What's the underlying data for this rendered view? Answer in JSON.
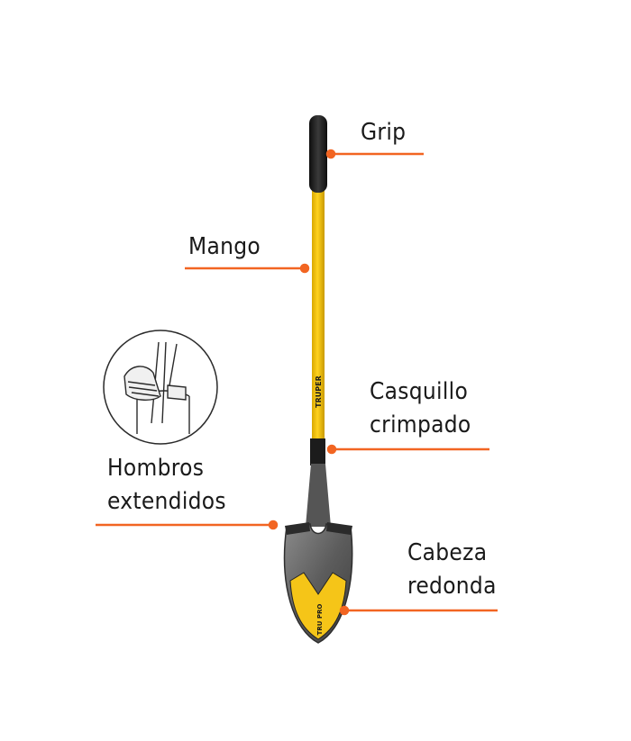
{
  "colors": {
    "accent": "#f26522",
    "handle": "#f5c518",
    "grip": "#1c1c1c",
    "blade": "#6b6b6b",
    "label_panel": "#f5c518"
  },
  "callouts": {
    "grip": {
      "lines": [
        "Grip"
      ]
    },
    "mango": {
      "lines": [
        "Mango"
      ]
    },
    "casquillo": {
      "lines": [
        "Casquillo",
        "crimpado"
      ]
    },
    "hombros": {
      "lines": [
        "Hombros",
        "extendidos"
      ]
    },
    "cabeza": {
      "lines": [
        "Cabeza",
        "redonda"
      ]
    }
  },
  "product": {
    "brand": "TRUPER",
    "blade_label": "TRU PRO"
  },
  "icons": {
    "inset": "boot-on-shovel-step-icon"
  }
}
